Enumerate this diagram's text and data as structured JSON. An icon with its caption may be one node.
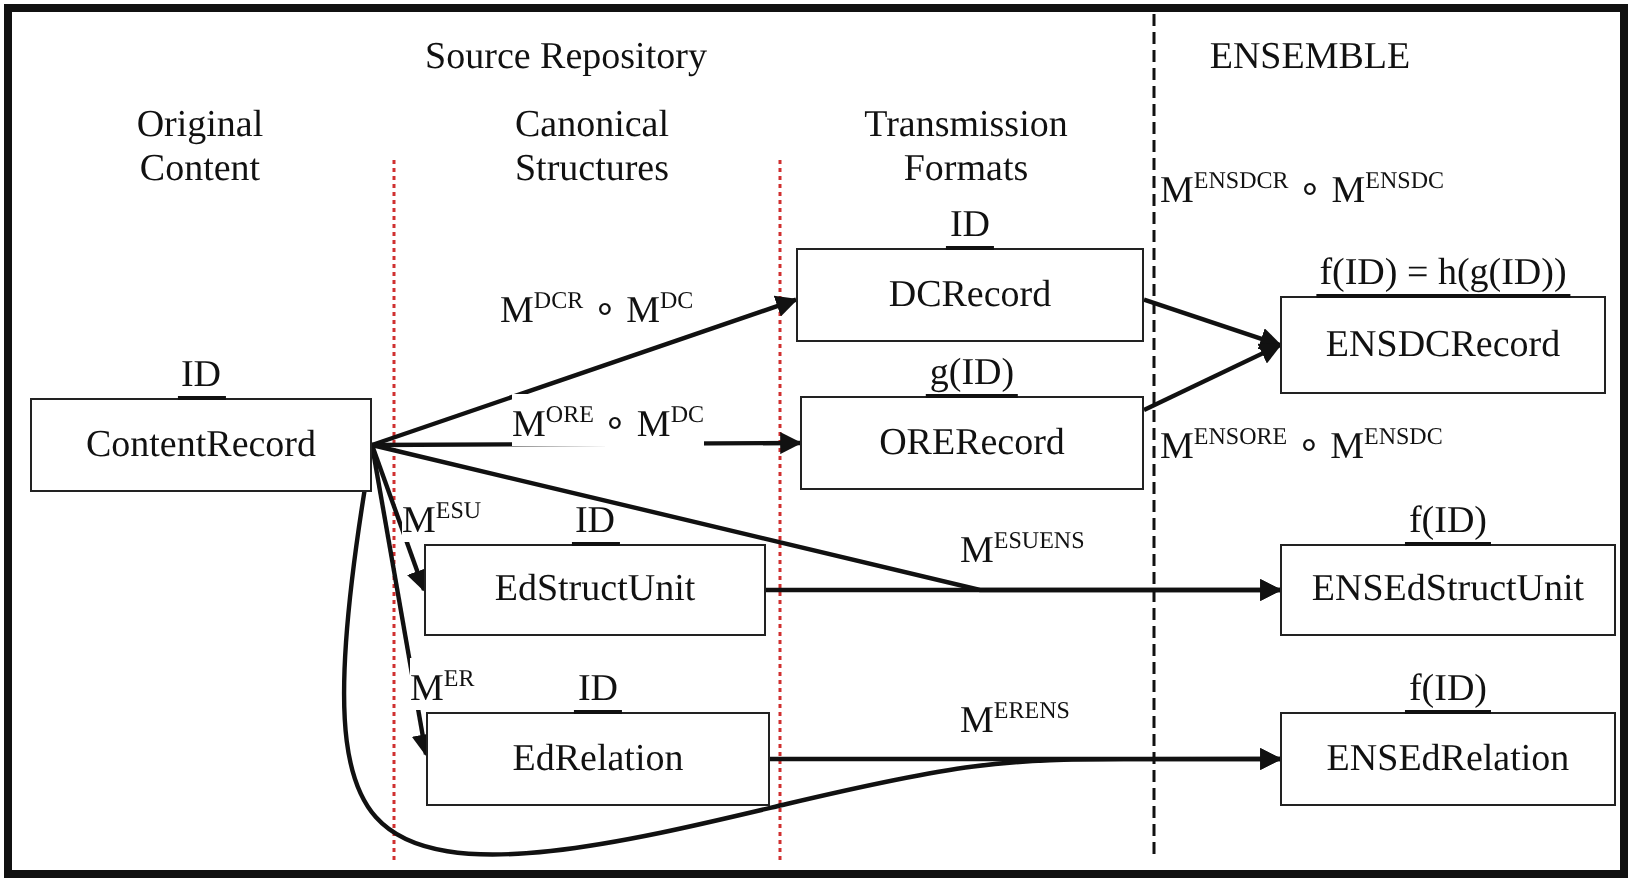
{
  "diagram": {
    "nodes": [
      {
        "text": [
          "ID",
          "ContentRecord"
        ]
      },
      {
        "text": [
          "ID",
          "DCRecord"
        ]
      },
      {
        "text": [
          "g(ID)",
          "ORERecord"
        ]
      },
      {
        "text": [
          "ID",
          "EdStructUnit"
        ]
      },
      {
        "text": [
          "ID",
          "EdRelation"
        ]
      },
      {
        "text": [
          "f(ID) = h(g(ID))",
          "ENSDCRecord"
        ]
      },
      {
        "text": [
          "f(ID)",
          "ENSEdStructUnit"
        ]
      },
      {
        "text": [
          "f(ID)",
          "ENSEdRelation"
        ]
      }
    ],
    "edges": [
      {
        "from": 0,
        "to": 1,
        "arrow": "to",
        "label": "M$^{DCR}$ ∘ M$^{DC}$"
      },
      {
        "from": 0,
        "to": 2,
        "arrow": "to",
        "label": "M$^{ORE}$ ∘ M$^{DC}$"
      },
      {
        "from": 0,
        "to": 3,
        "arrow": "to",
        "label": "M$^{ESU}$"
      },
      {
        "from": 0,
        "to": 4,
        "arrow": "to",
        "label": "M$^{ER}$"
      },
      {
        "from": 1,
        "to": 5,
        "arrow": "to",
        "label": "M$^{ENSDCR}$ ∘ M$^{ENSDC}$"
      },
      {
        "from": 2,
        "to": 5,
        "arrow": "to",
        "label": "M$^{ENSORE}$ ∘ M$^{ENSDC}$"
      },
      {
        "from": 3,
        "to": 6,
        "arrow": "to",
        "label": "M$^{ESUENS}$"
      },
      {
        "from": 0,
        "to": 6,
        "arrow": "to"
      },
      {
        "from": 4,
        "to": 7,
        "arrow": "to",
        "label": "M$^{ERENS}$"
      },
      {
        "from": 0,
        "to": 7,
        "arrow": "to"
      }
    ],
    "labels": [
      "Source Repository",
      "ENSEMBLE",
      "Original Content",
      "Canonical Structures",
      "Transmission Formats"
    ]
  }
}
